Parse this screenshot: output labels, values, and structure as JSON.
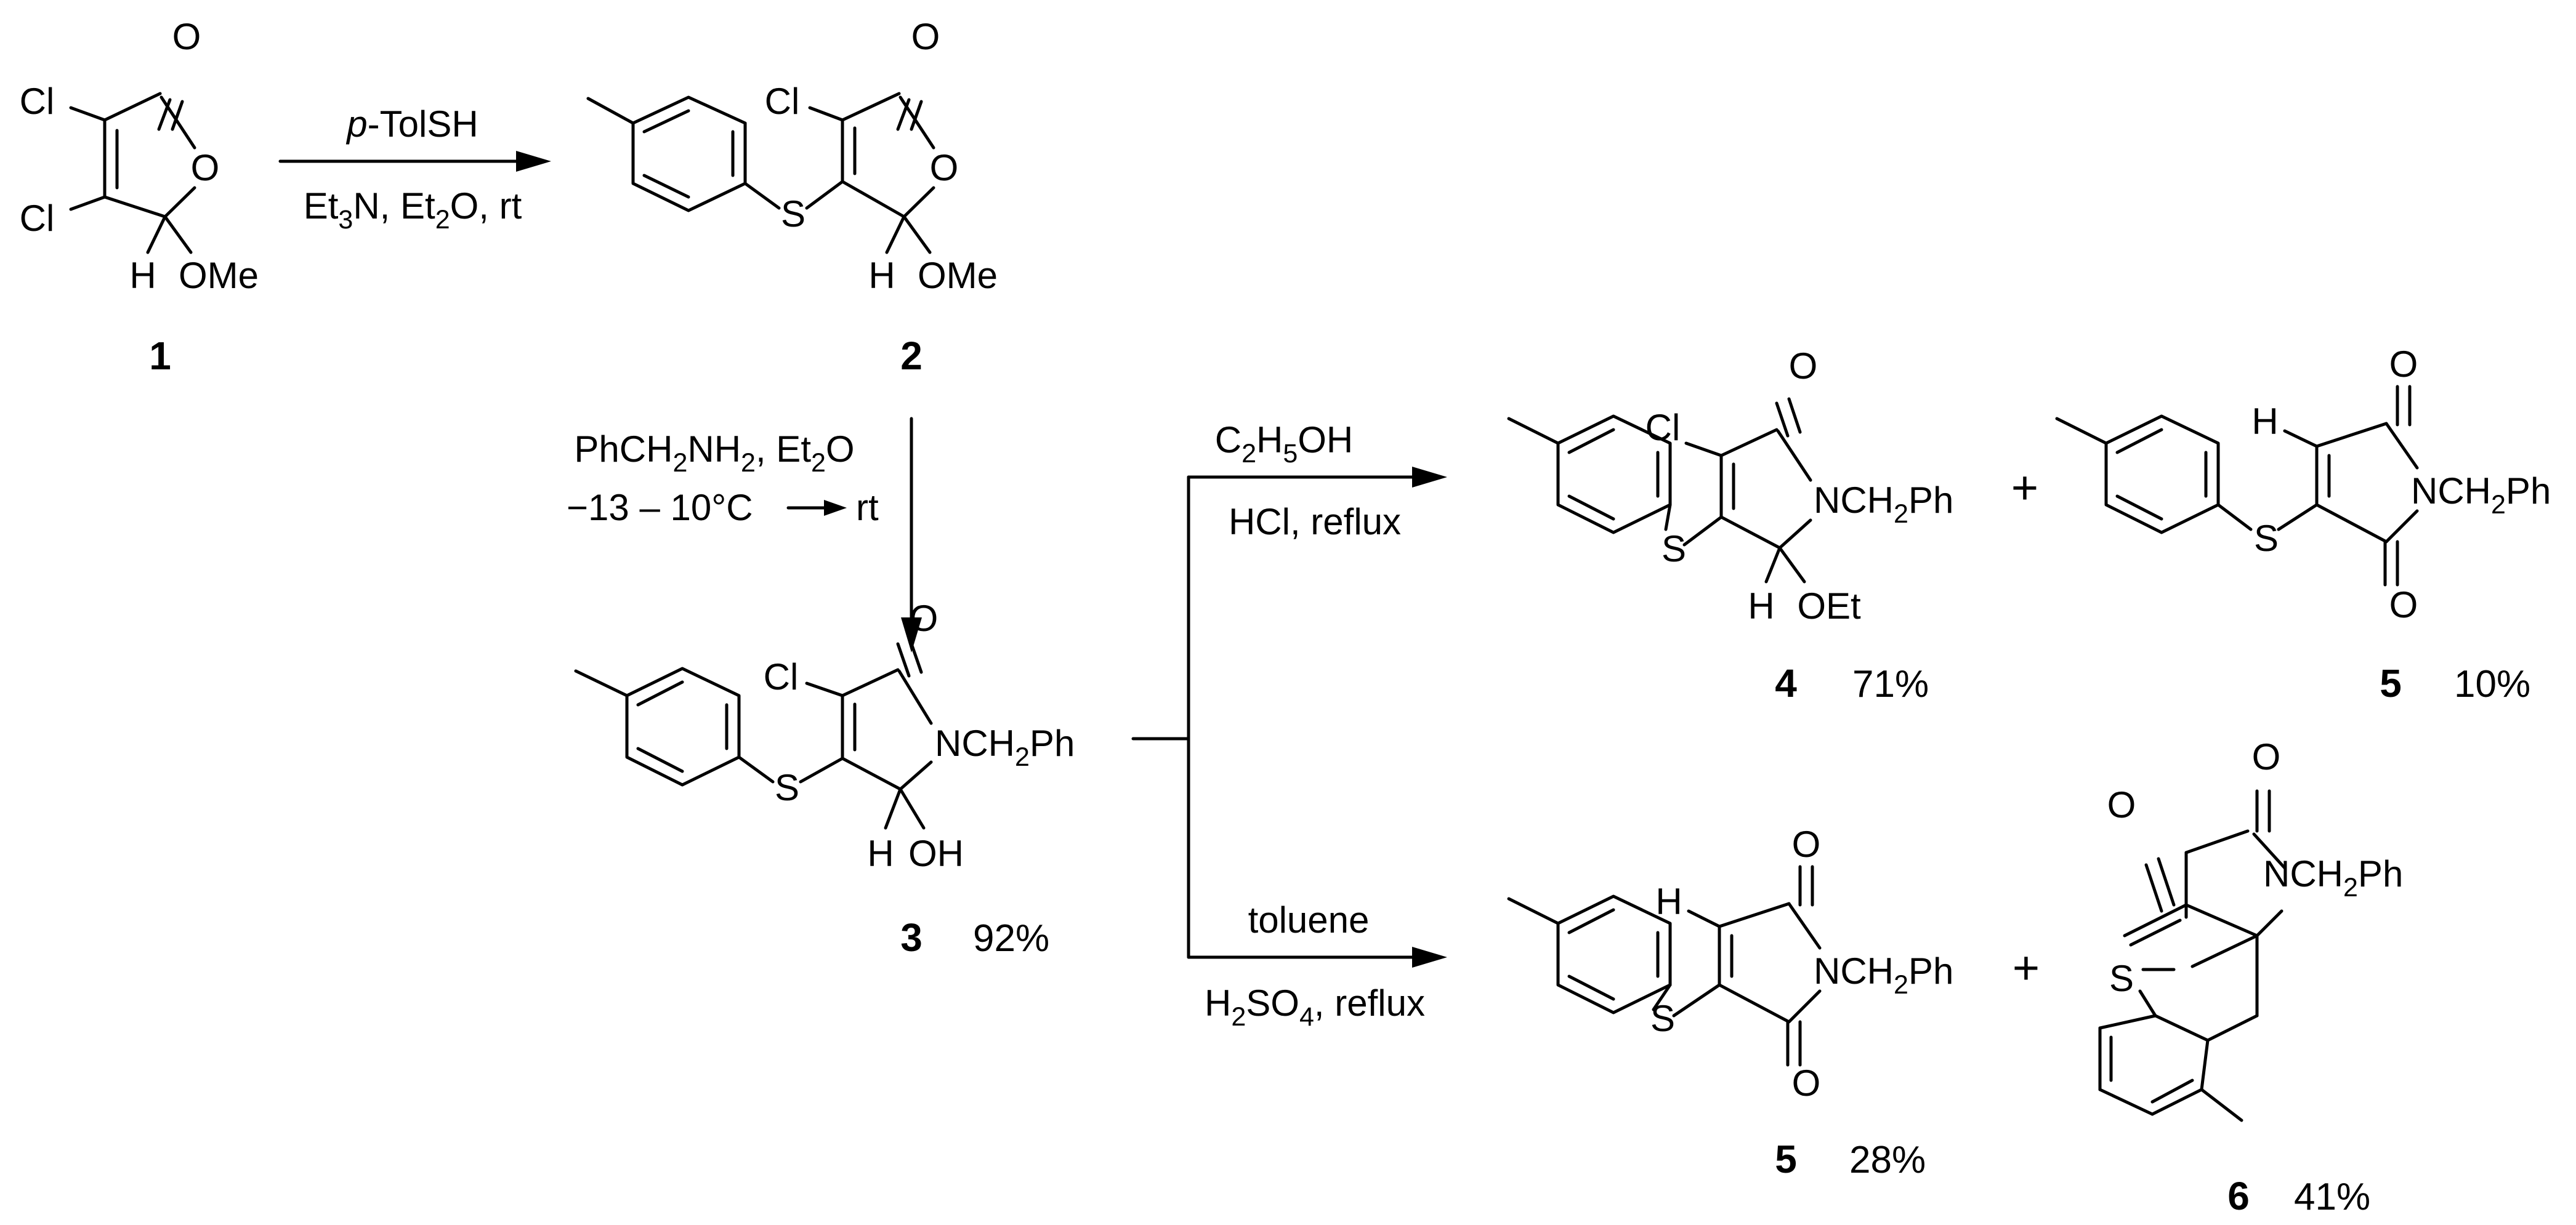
{
  "reaction_steps": [
    {
      "conditions_above": {
        "prefix": "p",
        "rest": "-TolSH"
      },
      "conditions_below": {
        "a": "Et",
        "a_sub": "3",
        "b": "N, Et",
        "b_sub": "2",
        "c": "O, rt"
      }
    },
    {
      "conditions_1": {
        "a": "PhCH",
        "a_sub": "2",
        "b": "NH",
        "b_sub": "2",
        "c": ", Et",
        "c_sub": "2",
        "d": "O"
      },
      "conditions_2": {
        "a": "−13 – 10°C",
        "b": "rt"
      }
    },
    {
      "conditions_above": {
        "a": "C",
        "a_sub": "2",
        "b": "H",
        "b_sub": "5",
        "c": "OH"
      },
      "conditions_below": "HCl, reflux"
    },
    {
      "conditions_above": "toluene",
      "conditions_below": {
        "a": "H",
        "a_sub": "2",
        "b": "SO",
        "b_sub": "4",
        "c": ", reflux"
      }
    }
  ],
  "compounds": [
    {
      "number": "1"
    },
    {
      "number": "2"
    },
    {
      "number": "3",
      "yield": "92%"
    },
    {
      "number": "4",
      "yield": "71%"
    },
    {
      "number": "5",
      "yield": "10%"
    },
    {
      "number": "5",
      "yield": "28%"
    },
    {
      "number": "6",
      "yield": "41%"
    }
  ],
  "atoms": {
    "O": "O",
    "Cl": "Cl",
    "S": "S",
    "H": "H",
    "OMe": "OMe",
    "OH": "OH",
    "OEt": "OEt",
    "N_main": "NCH",
    "N_sub": "2",
    "N_tail": "Ph"
  },
  "plus_sign": "+"
}
